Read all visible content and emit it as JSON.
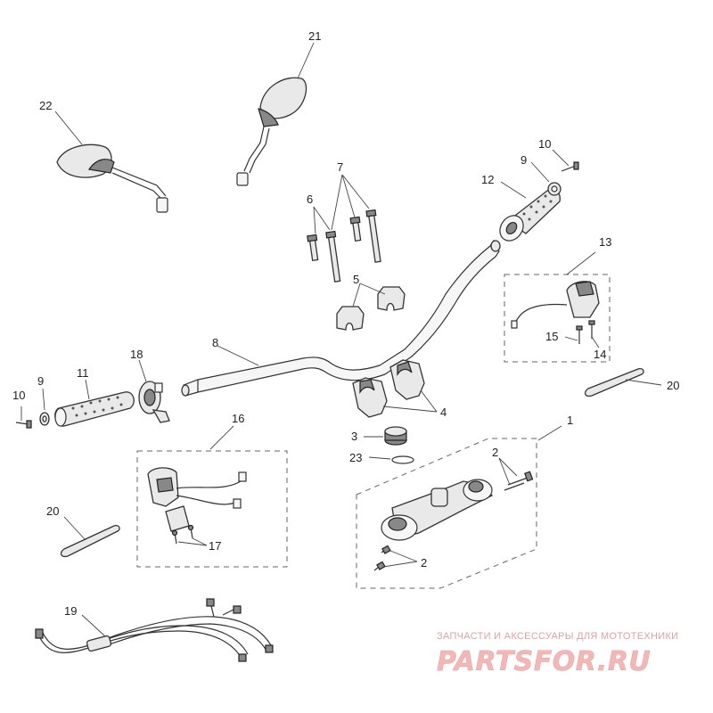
{
  "diagram": {
    "callouts": {
      "c1": "1",
      "c2a": "2",
      "c2b": "2",
      "c3": "3",
      "c4": "4",
      "c5": "5",
      "c6": "6",
      "c7": "7",
      "c8": "8",
      "c9a": "9",
      "c9b": "9",
      "c10a": "10",
      "c10b": "10",
      "c11": "11",
      "c12": "12",
      "c13": "13",
      "c14": "14",
      "c15": "15",
      "c16": "16",
      "c17": "17",
      "c18": "18",
      "c19": "19",
      "c20a": "20",
      "c20b": "20",
      "c21": "21",
      "c22": "22",
      "c23": "23"
    }
  },
  "watermark": {
    "tagline": "ЗАПЧАСТИ И АКСЕССУАРЫ ДЛЯ МОТОТЕХНИКИ",
    "brand": "PARTSFOR.RU",
    "color": "#f2b8b8"
  }
}
